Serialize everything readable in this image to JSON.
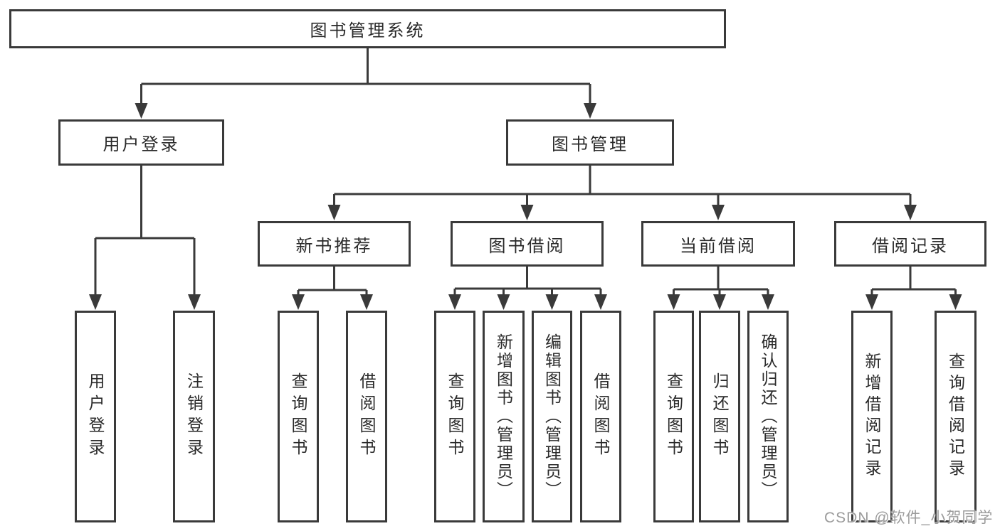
{
  "tree": {
    "label": "图书管理系统",
    "children": [
      {
        "label": "用户登录",
        "children": [
          {
            "label": "用户登录"
          },
          {
            "label": "注销登录"
          }
        ]
      },
      {
        "label": "图书管理",
        "children": [
          {
            "label": "新书推荐",
            "children": [
              {
                "label": "查询图书"
              },
              {
                "label": "借阅图书"
              }
            ]
          },
          {
            "label": "图书借阅",
            "children": [
              {
                "label": "查询图书"
              },
              {
                "label": "新增图书（管理员）"
              },
              {
                "label": "编辑图书（管理员）"
              },
              {
                "label": "借阅图书"
              }
            ]
          },
          {
            "label": "当前借阅",
            "children": [
              {
                "label": "查询图书"
              },
              {
                "label": "归还图书"
              },
              {
                "label": "确认归还（管理员）"
              }
            ]
          },
          {
            "label": "借阅记录",
            "children": [
              {
                "label": "新增借阅记录"
              },
              {
                "label": "查询借阅记录"
              }
            ]
          }
        ]
      }
    ]
  },
  "watermark": {
    "text": "CSDN @软件_小贺同学"
  },
  "colors": {
    "line": "#3a3a3a",
    "box_border": "#3a3a3a",
    "text": "#2a2a2a",
    "watermark": "#9b9b9b",
    "background": "#ffffff"
  }
}
